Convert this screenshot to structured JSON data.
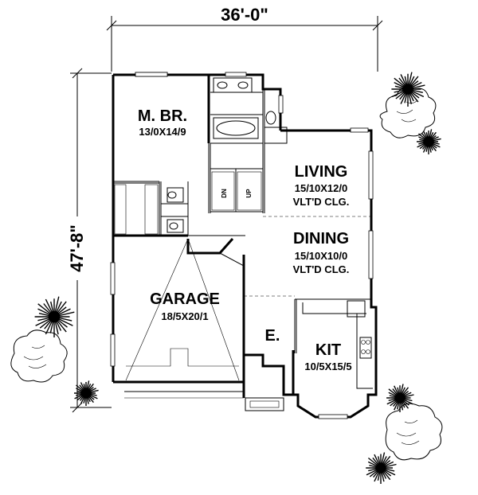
{
  "dimensions": {
    "width": "36'-0\"",
    "depth": "47'-8\""
  },
  "rooms": {
    "master_bedroom": {
      "name": "M. BR.",
      "size": "13/0X14/9"
    },
    "living": {
      "name": "LIVING",
      "size": "15/10X12/0",
      "note": "VLT'D CLG."
    },
    "dining": {
      "name": "DINING",
      "size": "15/10X10/0",
      "note": "VLT'D CLG."
    },
    "garage": {
      "name": "GARAGE",
      "size": "18/5X20/1"
    },
    "kitchen": {
      "name": "KIT",
      "size": "10/5X15/5"
    },
    "entry": {
      "name": "E."
    }
  },
  "stairs": {
    "down": "DN",
    "up": "UP"
  }
}
